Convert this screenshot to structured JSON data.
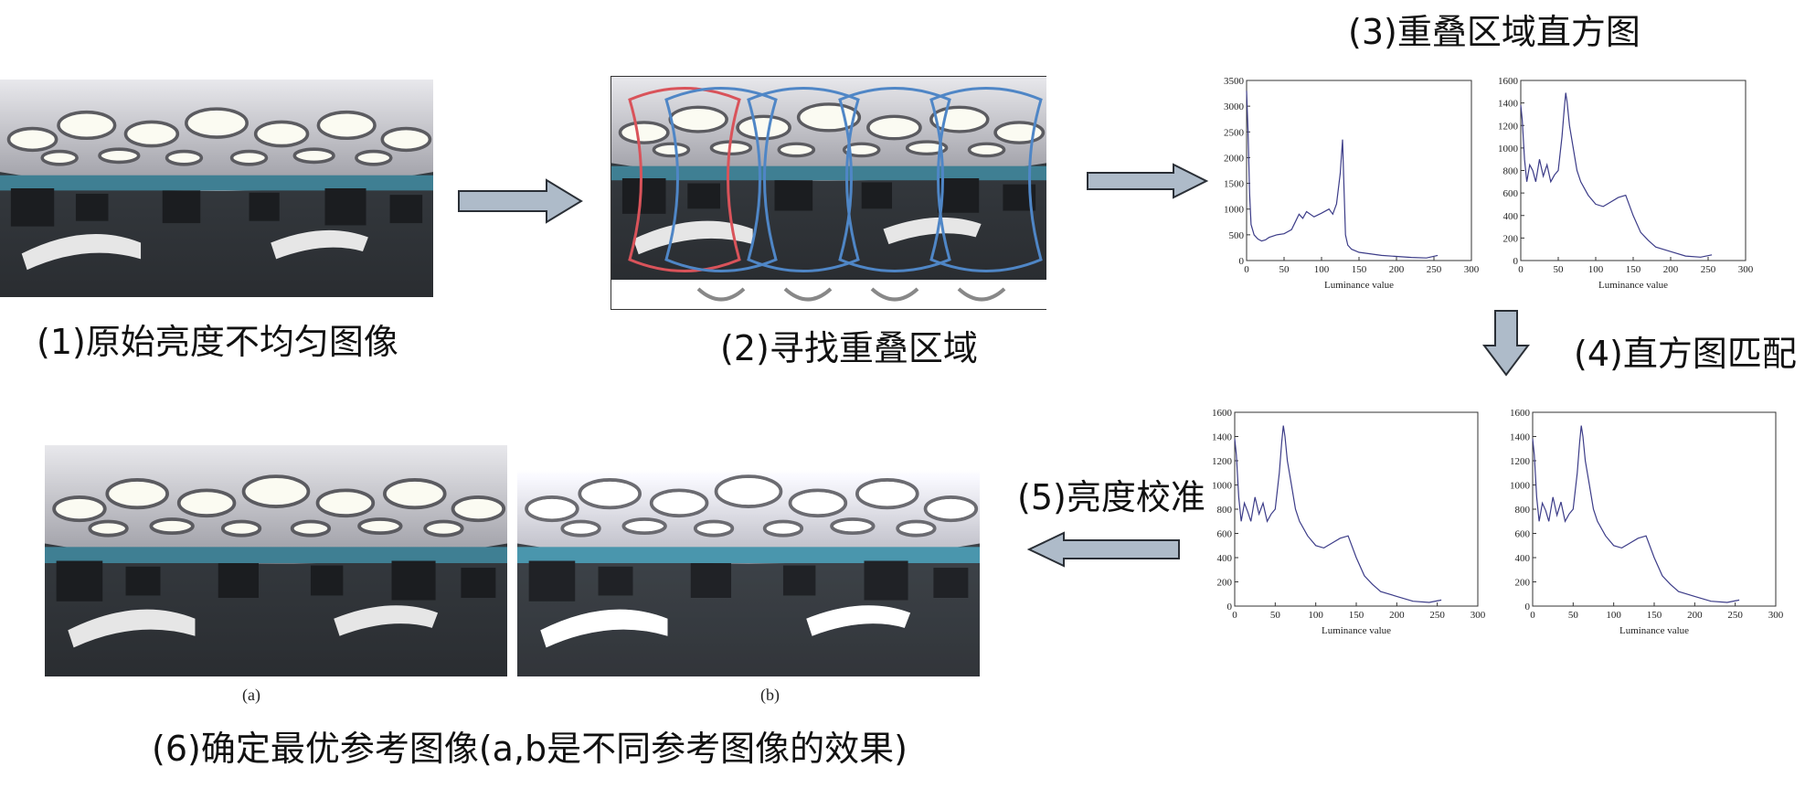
{
  "steps": {
    "s1": "(1)原始亮度不均匀图像",
    "s2": "(2)寻找重叠区域",
    "s3": "(3)重叠区域直方图",
    "s4": "(4)直方图匹配",
    "s5": "(5)亮度校准",
    "s6": "(6)确定最优参考图像(a,b是不同参考图像的效果)"
  },
  "sub_captions": {
    "a": "(a)",
    "b": "(b)"
  },
  "colors": {
    "arrow_fill": "#aebbc9",
    "arrow_stroke": "#2a2f36",
    "histogram_line": "#3c3c88",
    "overlap_red": "#d9535a",
    "overlap_blue": "#4f86c6"
  },
  "chart_data": [
    {
      "type": "line",
      "id": "h1",
      "xlabel": "Luminance value",
      "xlim": [
        0,
        300
      ],
      "xticks": [
        0,
        50,
        100,
        150,
        200,
        250,
        300
      ],
      "ylim": [
        0,
        3500
      ],
      "yticks": [
        0,
        500,
        1000,
        1500,
        2000,
        2500,
        3000,
        3500
      ],
      "x": [
        0,
        2,
        4,
        6,
        10,
        15,
        20,
        25,
        30,
        40,
        50,
        60,
        65,
        70,
        75,
        80,
        90,
        100,
        110,
        115,
        120,
        125,
        128,
        130,
        132,
        135,
        140,
        150,
        160,
        180,
        200,
        220,
        240,
        255
      ],
      "y": [
        3300,
        2500,
        1300,
        700,
        500,
        420,
        380,
        400,
        450,
        500,
        520,
        600,
        750,
        900,
        820,
        950,
        850,
        920,
        1000,
        900,
        1100,
        1700,
        2350,
        1400,
        500,
        300,
        220,
        160,
        140,
        100,
        80,
        60,
        50,
        100
      ]
    },
    {
      "type": "line",
      "id": "h2",
      "xlabel": "Luminance value",
      "xlim": [
        0,
        300
      ],
      "xticks": [
        0,
        50,
        100,
        150,
        200,
        250,
        300
      ],
      "ylim": [
        0,
        1600
      ],
      "yticks": [
        0,
        200,
        400,
        600,
        800,
        1000,
        1200,
        1400,
        1600
      ],
      "x": [
        0,
        2,
        5,
        8,
        12,
        16,
        20,
        25,
        30,
        35,
        40,
        45,
        50,
        55,
        58,
        60,
        62,
        65,
        70,
        75,
        80,
        90,
        100,
        110,
        120,
        130,
        140,
        150,
        160,
        170,
        180,
        200,
        220,
        240,
        255
      ],
      "y": [
        1380,
        1250,
        900,
        700,
        850,
        800,
        700,
        900,
        750,
        850,
        700,
        760,
        800,
        1100,
        1350,
        1490,
        1400,
        1200,
        1000,
        800,
        700,
        580,
        500,
        480,
        520,
        560,
        580,
        400,
        250,
        180,
        120,
        80,
        40,
        30,
        50
      ]
    },
    {
      "type": "line",
      "id": "h3",
      "xlabel": "Luminance value",
      "xlim": [
        0,
        300
      ],
      "xticks": [
        0,
        50,
        100,
        150,
        200,
        250,
        300
      ],
      "ylim": [
        0,
        1600
      ],
      "yticks": [
        0,
        200,
        400,
        600,
        800,
        1000,
        1200,
        1400,
        1600
      ],
      "x": [
        0,
        2,
        5,
        8,
        12,
        16,
        20,
        25,
        30,
        35,
        40,
        45,
        50,
        55,
        58,
        60,
        62,
        65,
        70,
        75,
        80,
        90,
        100,
        110,
        120,
        130,
        140,
        150,
        160,
        170,
        180,
        200,
        220,
        240,
        255
      ],
      "y": [
        1380,
        1250,
        900,
        700,
        850,
        780,
        700,
        900,
        760,
        850,
        700,
        760,
        800,
        1100,
        1350,
        1490,
        1400,
        1200,
        1000,
        800,
        700,
        580,
        500,
        480,
        520,
        560,
        580,
        400,
        250,
        180,
        120,
        80,
        40,
        30,
        50
      ]
    },
    {
      "type": "line",
      "id": "h4",
      "xlabel": "Luminance value",
      "xlim": [
        0,
        300
      ],
      "xticks": [
        0,
        50,
        100,
        150,
        200,
        250,
        300
      ],
      "ylim": [
        0,
        1600
      ],
      "yticks": [
        0,
        200,
        400,
        600,
        800,
        1000,
        1200,
        1400,
        1600
      ],
      "x": [
        0,
        2,
        5,
        8,
        12,
        16,
        20,
        25,
        30,
        35,
        40,
        45,
        50,
        55,
        58,
        60,
        62,
        65,
        70,
        75,
        80,
        90,
        100,
        110,
        120,
        130,
        140,
        150,
        160,
        170,
        180,
        200,
        220,
        240,
        255
      ],
      "y": [
        1380,
        1250,
        900,
        700,
        850,
        790,
        700,
        900,
        750,
        860,
        700,
        760,
        800,
        1100,
        1350,
        1490,
        1400,
        1200,
        1000,
        800,
        700,
        580,
        500,
        480,
        520,
        560,
        580,
        400,
        250,
        180,
        120,
        80,
        40,
        30,
        50
      ]
    }
  ]
}
